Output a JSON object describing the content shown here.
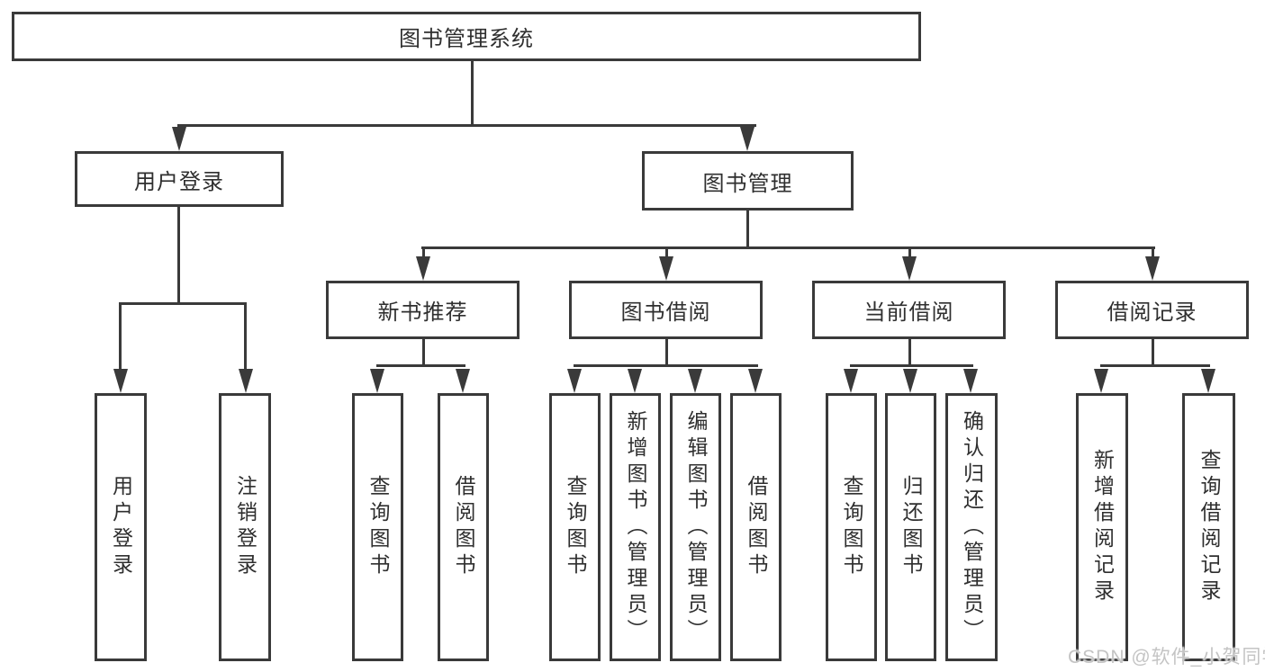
{
  "nodes": {
    "root": "图书管理系统",
    "level2": [
      "用户登录",
      "图书管理"
    ],
    "level3": [
      "新书推荐",
      "图书借阅",
      "当前借阅",
      "借阅记录"
    ],
    "leaves_user_login": [
      "用户登录",
      "注销登录"
    ],
    "leaves_new_books": [
      "查询图书",
      "借阅图书"
    ],
    "leaves_book_borrow": [
      "查询图书",
      "新增图书（管理员）",
      "编辑图书（管理员）",
      "借阅图书"
    ],
    "leaves_current_borrow": [
      "查询图书",
      "归还图书",
      "确认归还（管理员）"
    ],
    "leaves_borrow_records": [
      "新增借阅记录",
      "查询借阅记录"
    ]
  },
  "watermark": "CSDN @软件_小贺同学",
  "colors": {
    "line": "#3a3a3a",
    "text": "#2f2f2f",
    "background": "#ffffff",
    "watermark": "#c4c4c4"
  }
}
